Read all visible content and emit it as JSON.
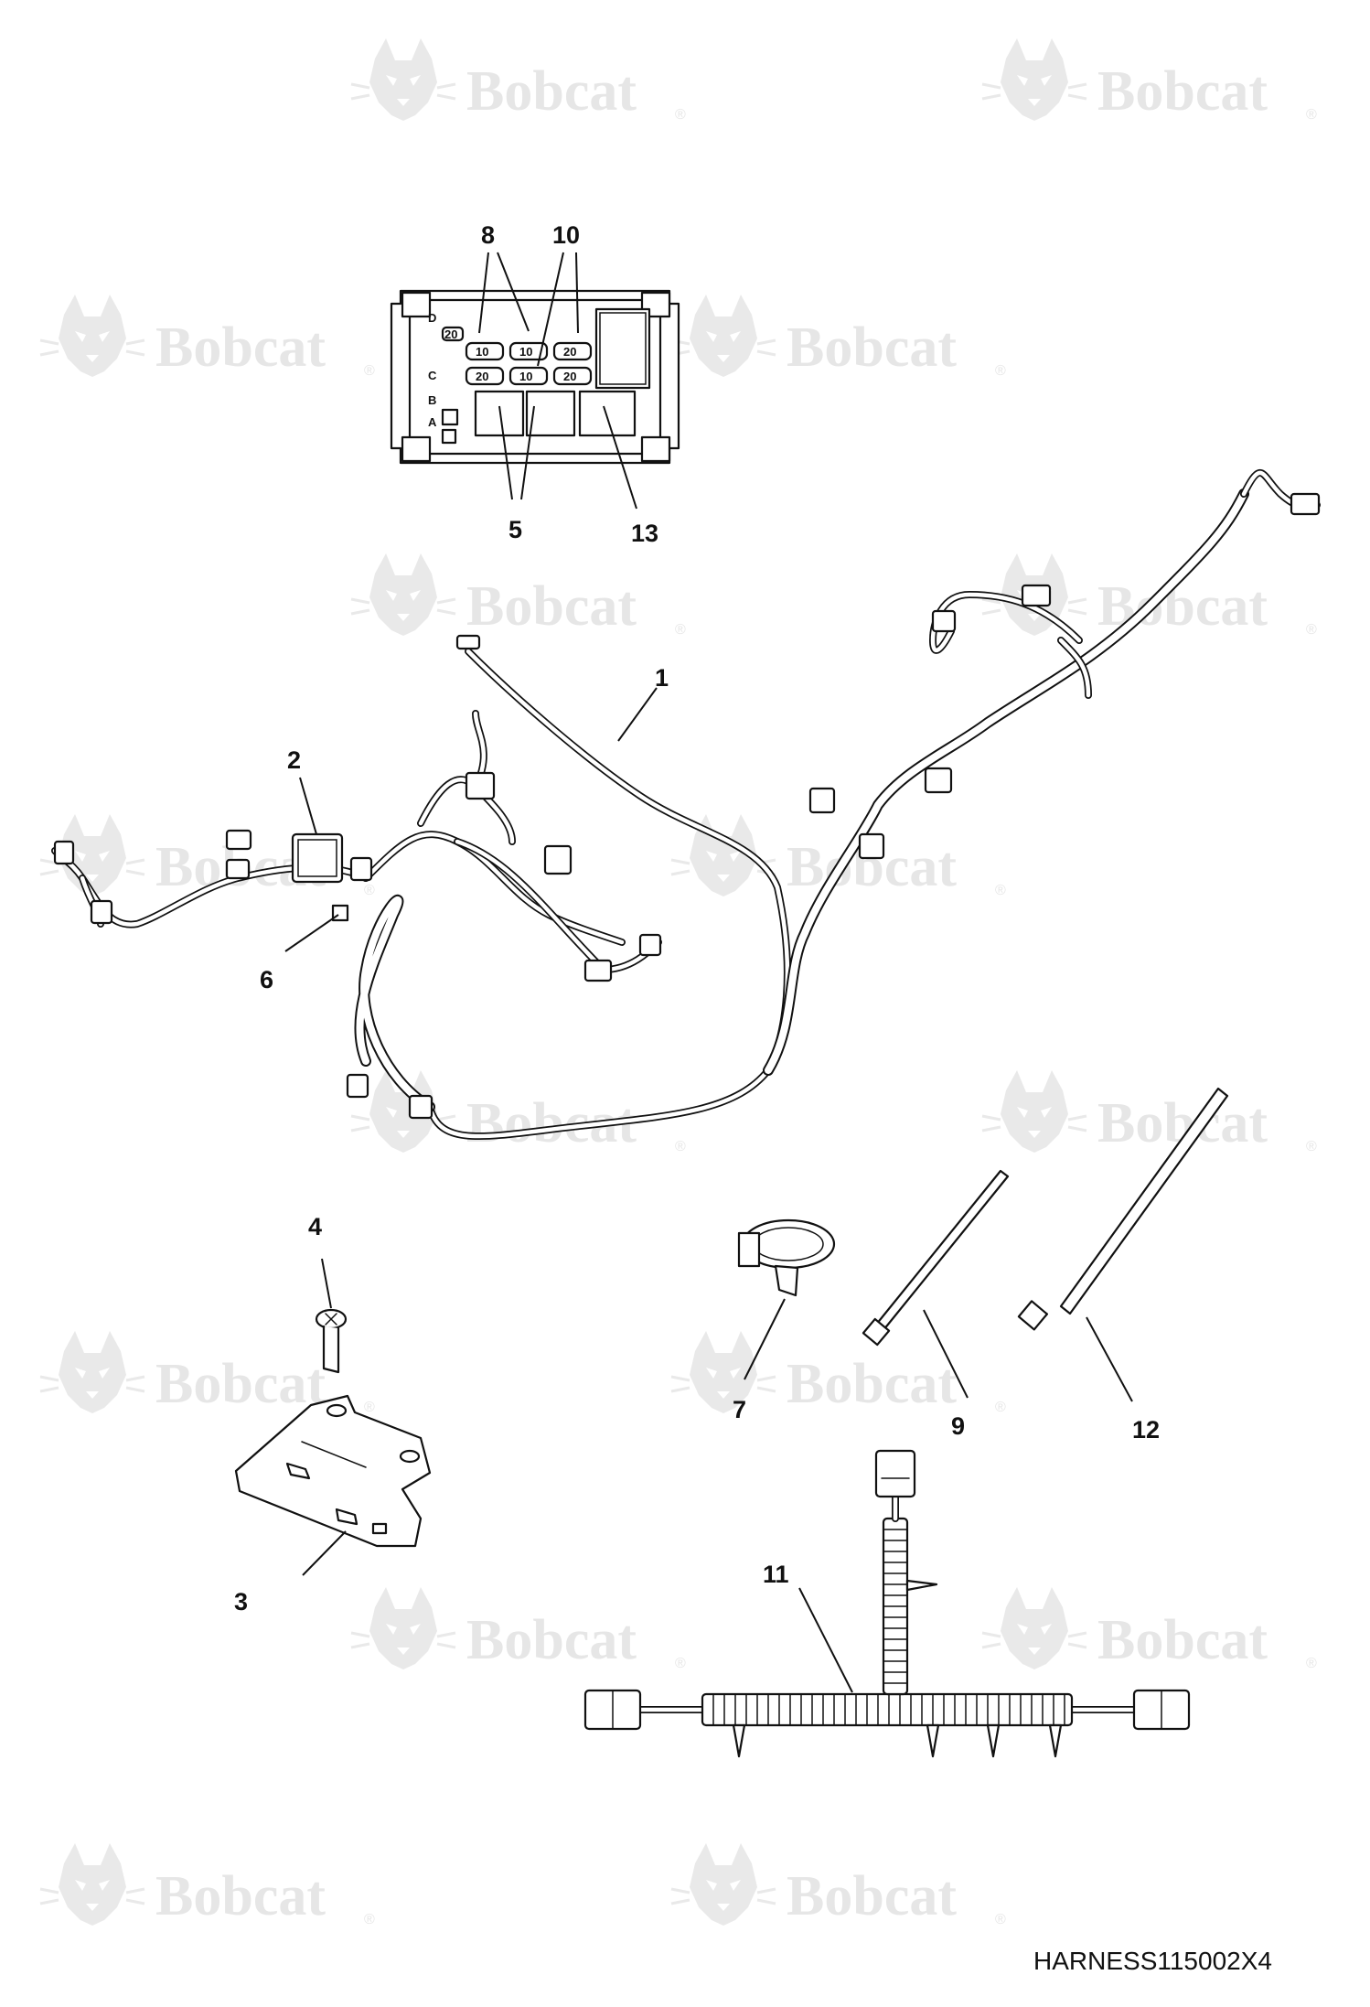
{
  "watermark": {
    "text": "Bobcat",
    "mark": "®",
    "icon": "bobcat-logo-icon"
  },
  "figure_code": "HARNESS115002X4",
  "callouts": [
    "1",
    "2",
    "3",
    "4",
    "5",
    "6",
    "7",
    "8",
    "9",
    "10",
    "11",
    "12",
    "13"
  ],
  "fuse_block": {
    "row_letters": [
      "D",
      "C",
      "B",
      "A"
    ],
    "fuse_ratings": [
      "10",
      "10",
      "20",
      "20",
      "10",
      "20",
      "20"
    ]
  }
}
